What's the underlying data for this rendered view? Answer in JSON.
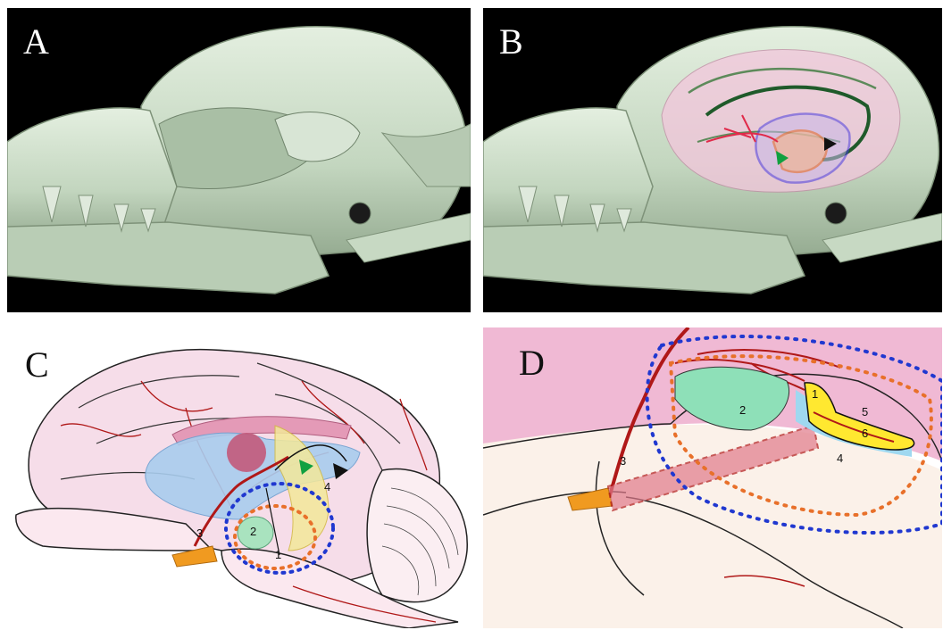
{
  "panels": {
    "A": {
      "label": "A"
    },
    "B": {
      "label": "B"
    },
    "C": {
      "label": "C"
    },
    "D": {
      "label": "D"
    }
  },
  "markers_C": [
    "1",
    "2",
    "3",
    "4"
  ],
  "markers_D": [
    "1",
    "2",
    "3",
    "4",
    "5",
    "6"
  ],
  "colors": {
    "bone": "#cfe0cc",
    "brain": "#f6dde9",
    "vessel": "#b01818",
    "blue_outline": "#2038d0",
    "orange_outline": "#e8702a",
    "green_region": "#8ee0b8",
    "yellow_region": "#ffe830",
    "light_blue_region": "#9fd8f0",
    "green_arrowhead": "#10a040",
    "black_arrowhead": "#111111"
  }
}
